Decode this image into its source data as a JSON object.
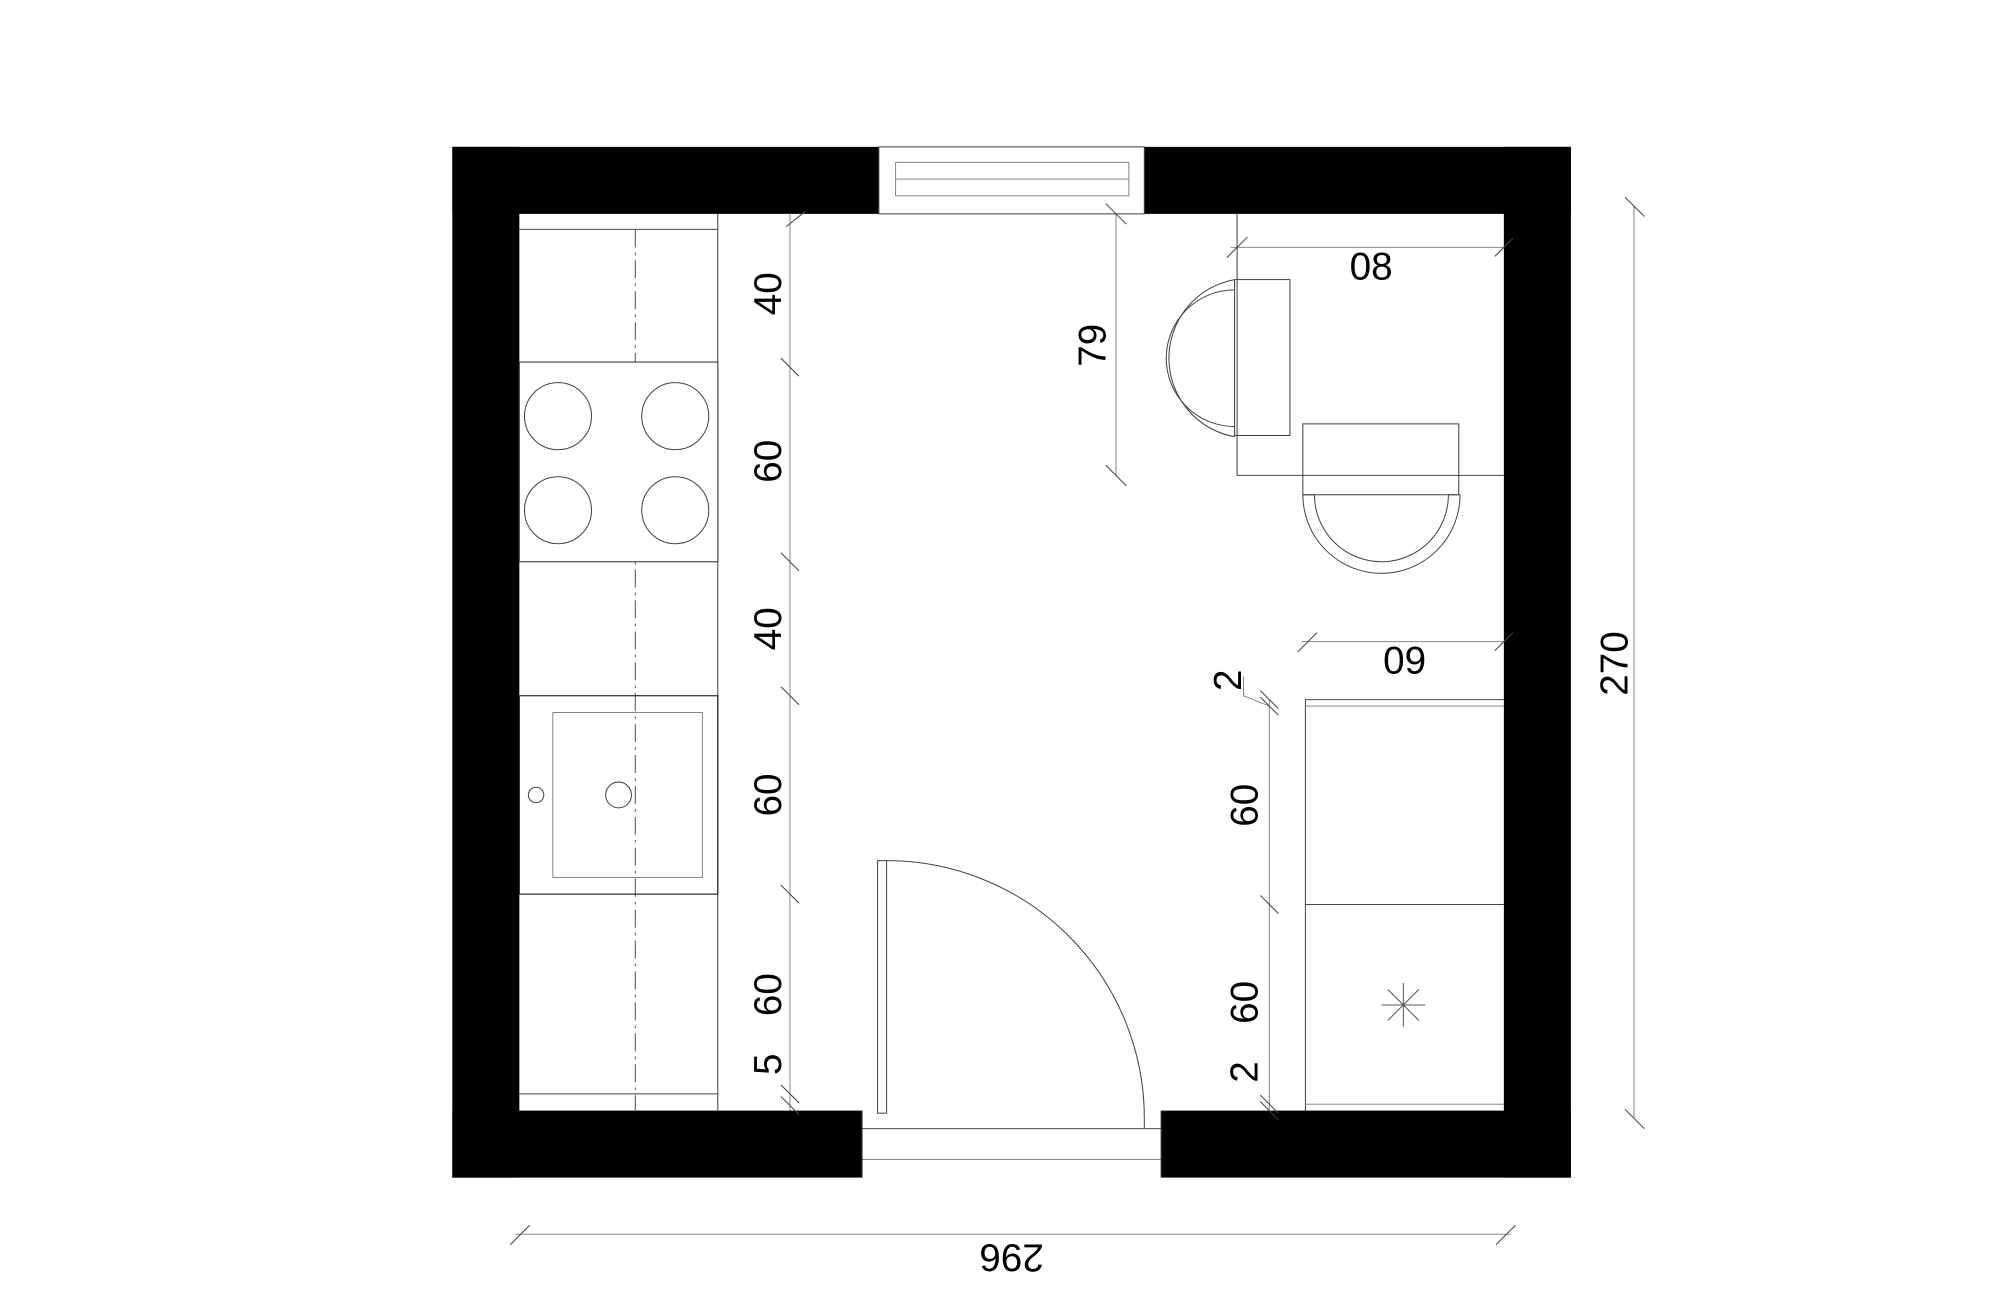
{
  "plan": {
    "left_run_dims": [
      "40",
      "60",
      "40",
      "60",
      "60",
      "5"
    ],
    "right_run_dims": [
      "2",
      "60",
      "60",
      "2"
    ],
    "table_height_dim": "79",
    "table_width_dim": "08",
    "cabinet_depth_dim": "09",
    "overall_height": "270",
    "overall_width": "296"
  }
}
